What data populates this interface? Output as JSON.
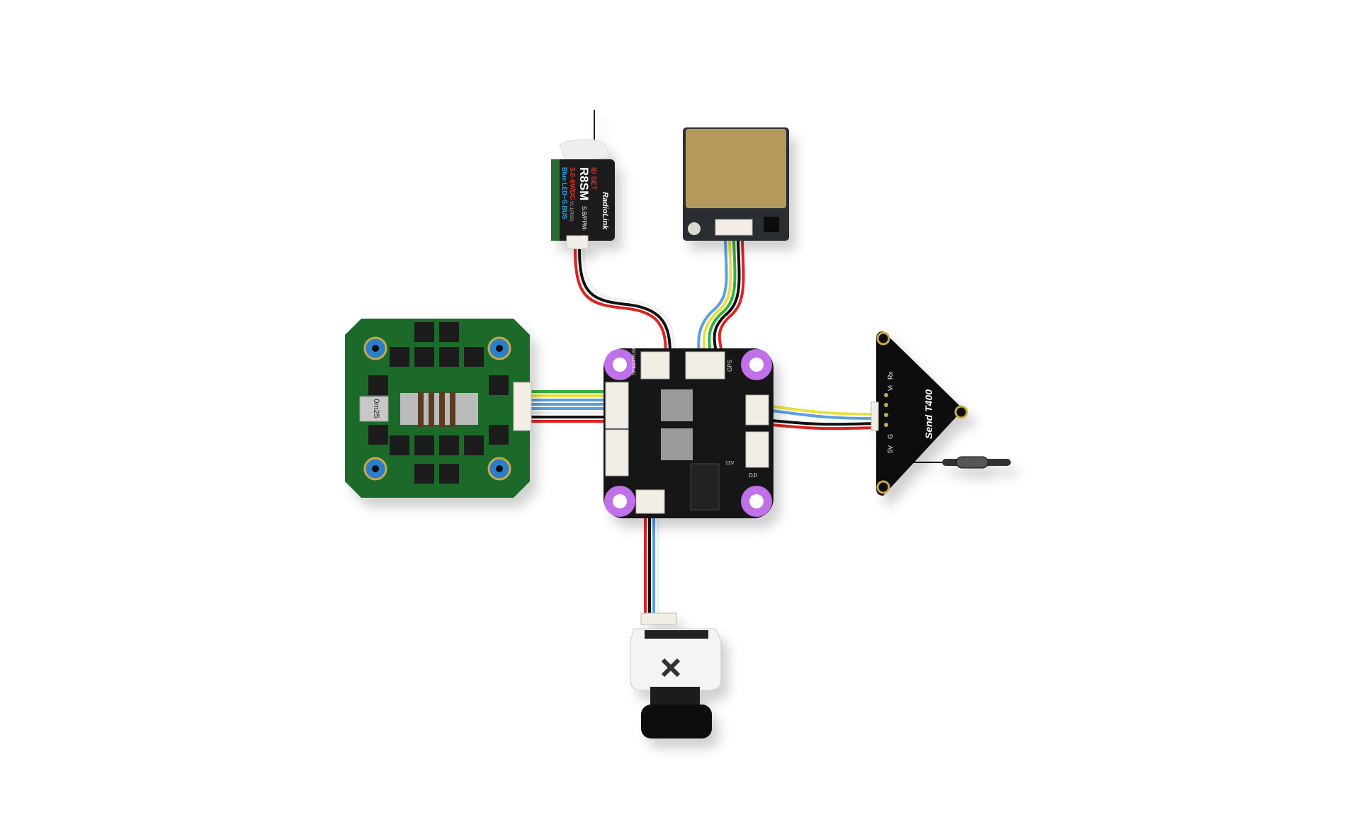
{
  "receiver": {
    "brand": "RadioLink",
    "model": "R8SM",
    "id_set": "ID SET",
    "voltage": "3.0-6V/DC",
    "led": "Blue LED--S.BUS",
    "version": "V1.1(RSS)",
    "signal": "S.B/PPM-",
    "pins": "+ -"
  },
  "flight_controller": {
    "ports": [
      "SPEKTRUM",
      "GPS",
      "DJI",
      "12V"
    ]
  },
  "esc": {
    "label": "0m25"
  },
  "vtx": {
    "brand": "Send T400",
    "pins": [
      "5V",
      "G",
      "Vi",
      "Rx"
    ]
  },
  "colors": {
    "fc_board": "#141414",
    "mount_ring": "#c070e8",
    "esc_board": "#1f6b2a",
    "esc_mount": "#2a7fc8",
    "gps_shield": "#b39a5c",
    "wire_red": "#e02020",
    "wire_black": "#111111",
    "wire_blue": "#5aa0e0",
    "wire_yellow": "#e8e040",
    "wire_green": "#30b040",
    "wire_white": "#f0f0f0"
  }
}
